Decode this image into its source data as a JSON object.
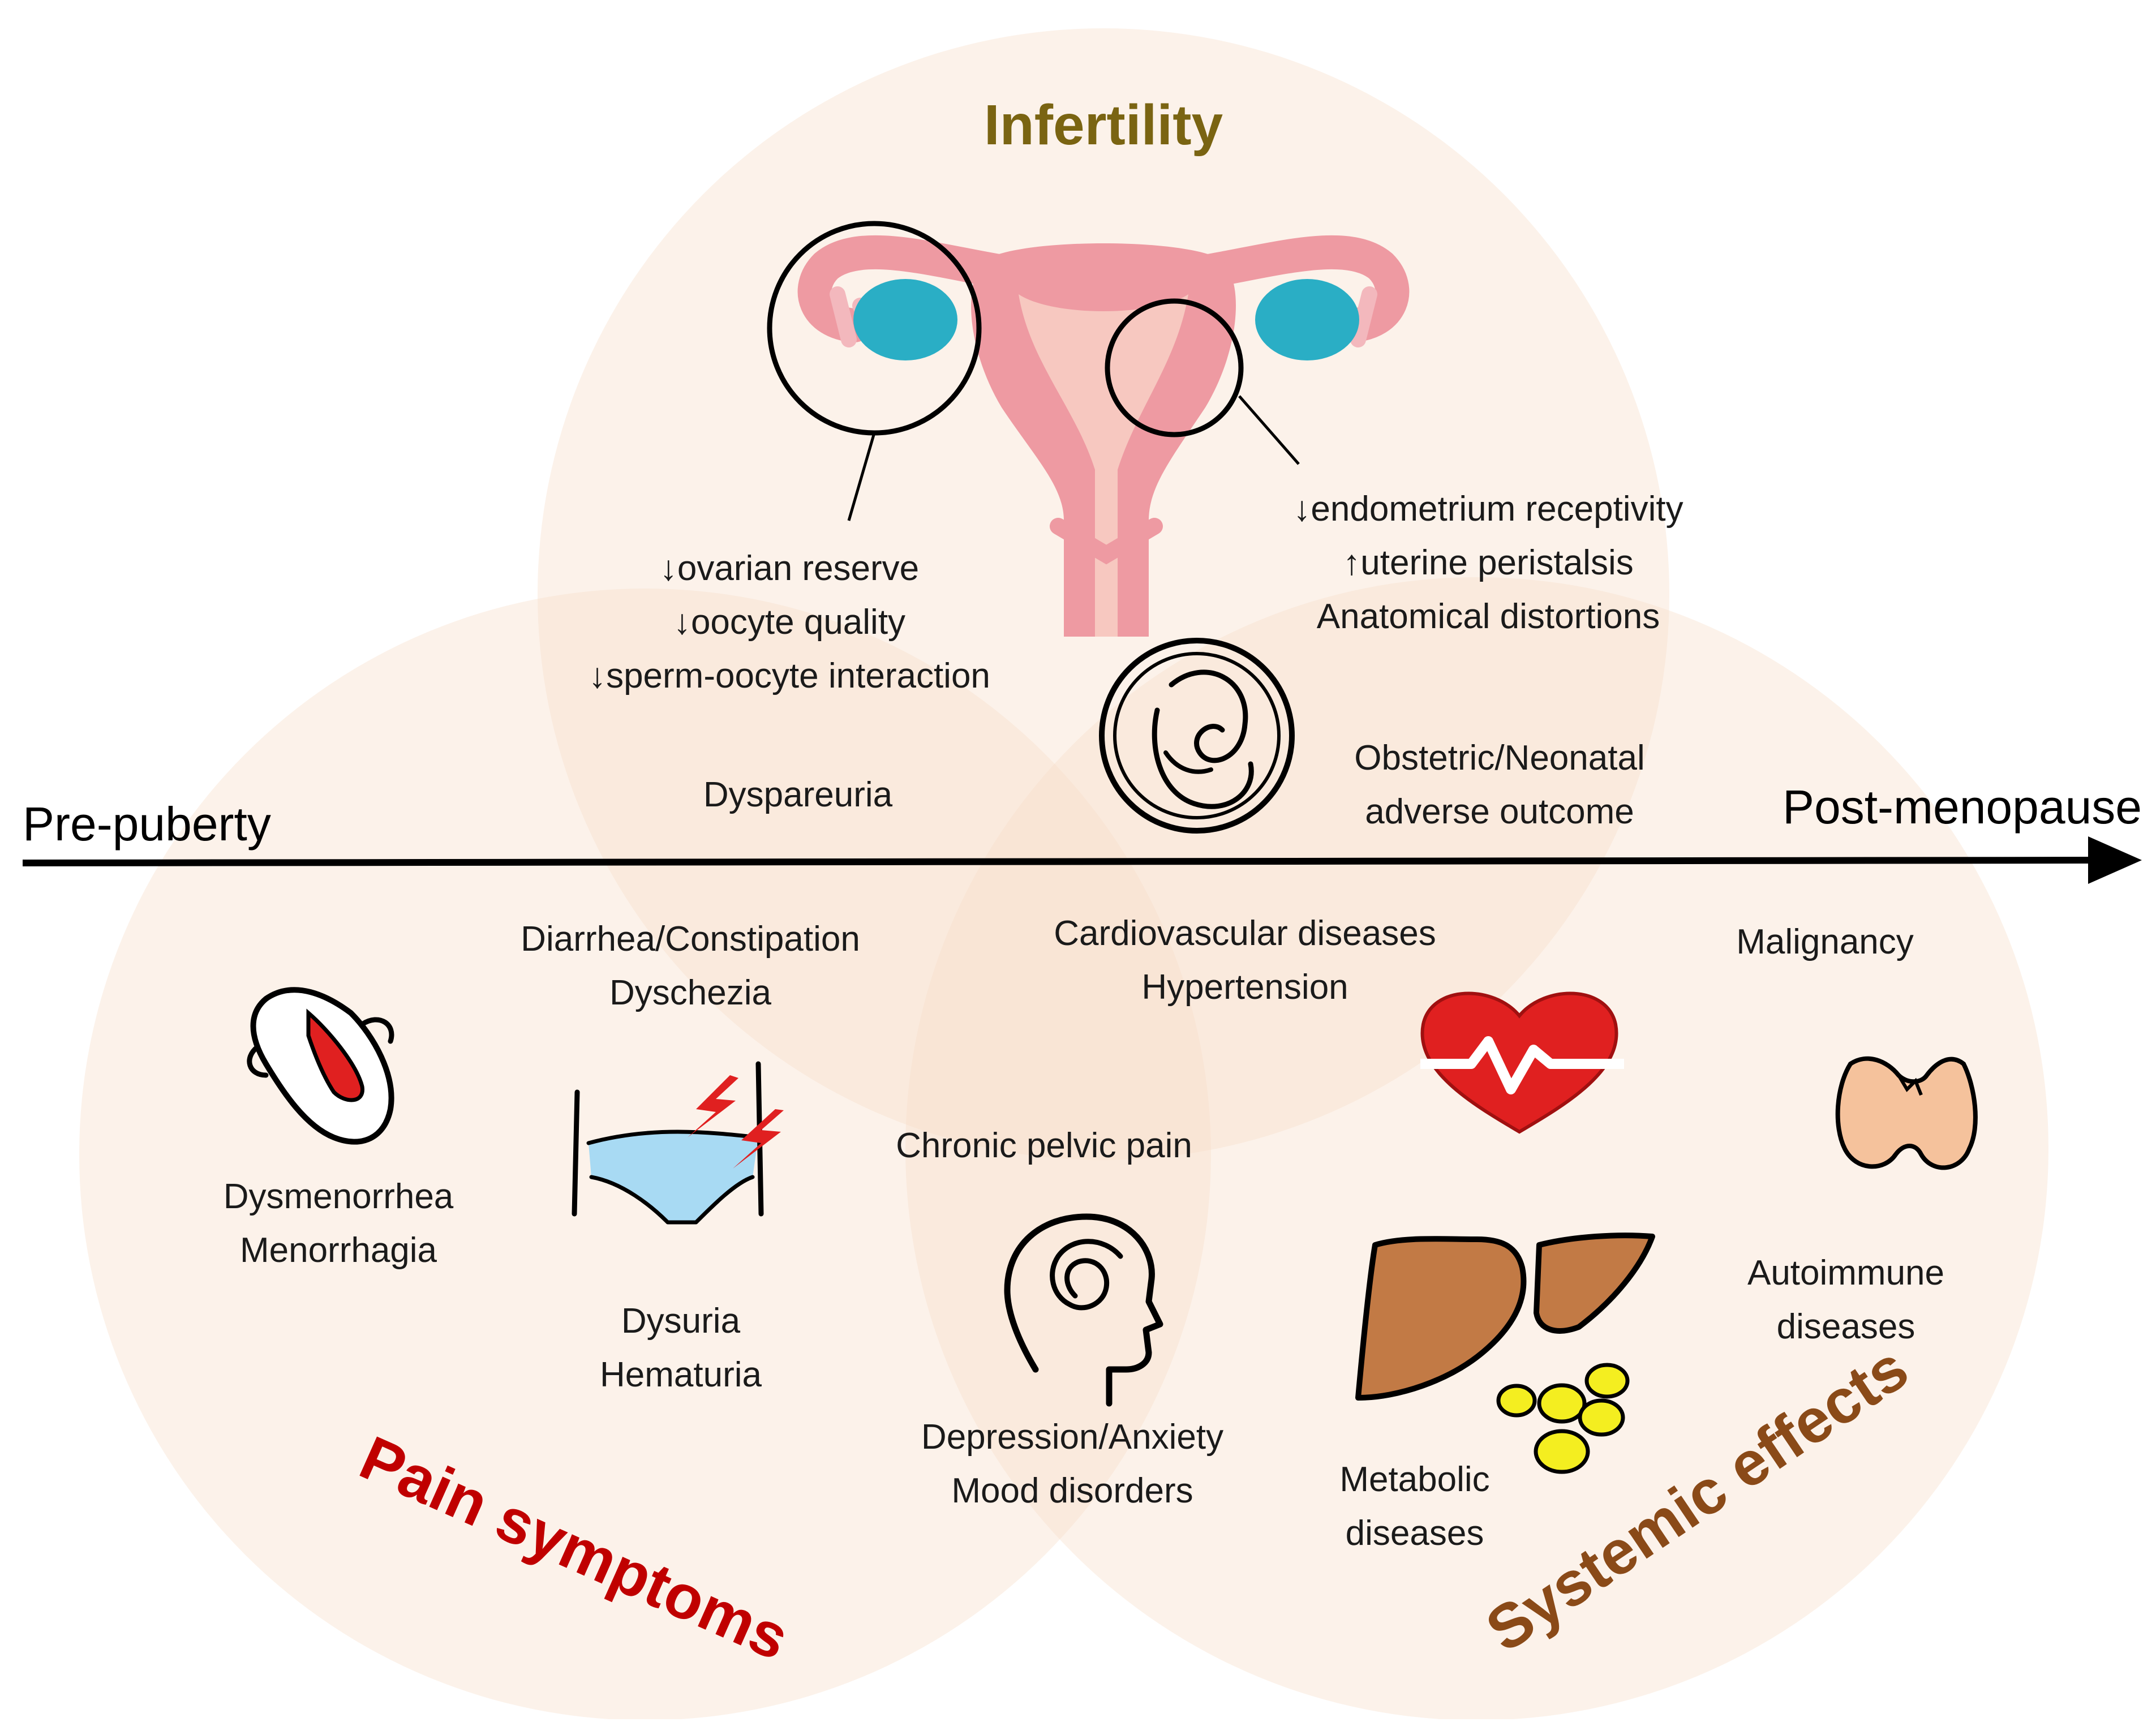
{
  "colors": {
    "circle_fill": "#f6dcc8",
    "infertility_title": "#7a6412",
    "pain_title": "#c00000",
    "systemic_title": "#8a4a18",
    "uterus_pink": "#ee9aa2",
    "ovary_teal": "#2aaec5",
    "heart_red": "#e02020",
    "liver_brown": "#c27a45",
    "fat_yellow": "#f4ee20",
    "thyroid_orange": "#f5c29c",
    "underwear_blue": "#a8daf3"
  },
  "categories": {
    "infertility": "Infertility",
    "pain": "Pain symptoms",
    "systemic": "Systemic effects"
  },
  "timeline": {
    "start": "Pre-puberty",
    "end": "Post-menopause"
  },
  "labels": {
    "ovary_lines": [
      "↓ovarian reserve",
      "↓oocyte quality",
      "↓sperm-oocyte interaction"
    ],
    "uterus_lines": [
      "↓endometrium receptivity",
      "↑uterine peristalsis",
      "Anatomical distortions"
    ],
    "obstetric_lines": [
      "Obstetric/Neonatal",
      "adverse outcome"
    ],
    "dyspareunia": "Dyspareuria",
    "bowel_lines": [
      "Diarrhea/Constipation",
      "Dyschezia"
    ],
    "menstrual_lines": [
      "Dysmenorrhea",
      "Menorrhagia"
    ],
    "urinary_lines": [
      "Dysuria",
      "Hematuria"
    ],
    "pelvic_pain": "Chronic pelvic pain",
    "cardio_lines": [
      "Cardiovascular diseases",
      "Hypertension"
    ],
    "malignancy": "Malignancy",
    "autoimmune_lines": [
      "Autoimmune",
      "diseases"
    ],
    "mood_lines": [
      "Depression/Anxiety",
      "Mood disorders"
    ],
    "metabolic_lines": [
      "Metabolic",
      "diseases"
    ]
  },
  "icons": {
    "uterus": "uterus-icon",
    "ovary_magnifier": "ovary-magnifier-icon",
    "endometrium_magnifier": "endometrium-magnifier-icon",
    "fetus": "fetus-icon",
    "sanitary_pad": "sanitary-pad-icon",
    "underwear_pain": "underwear-pain-icon",
    "head_spiral": "head-spiral-icon",
    "heart_ecg": "heart-ecg-icon",
    "thyroid": "thyroid-icon",
    "liver": "liver-icon",
    "fat_cells": "fat-cells-icon"
  }
}
